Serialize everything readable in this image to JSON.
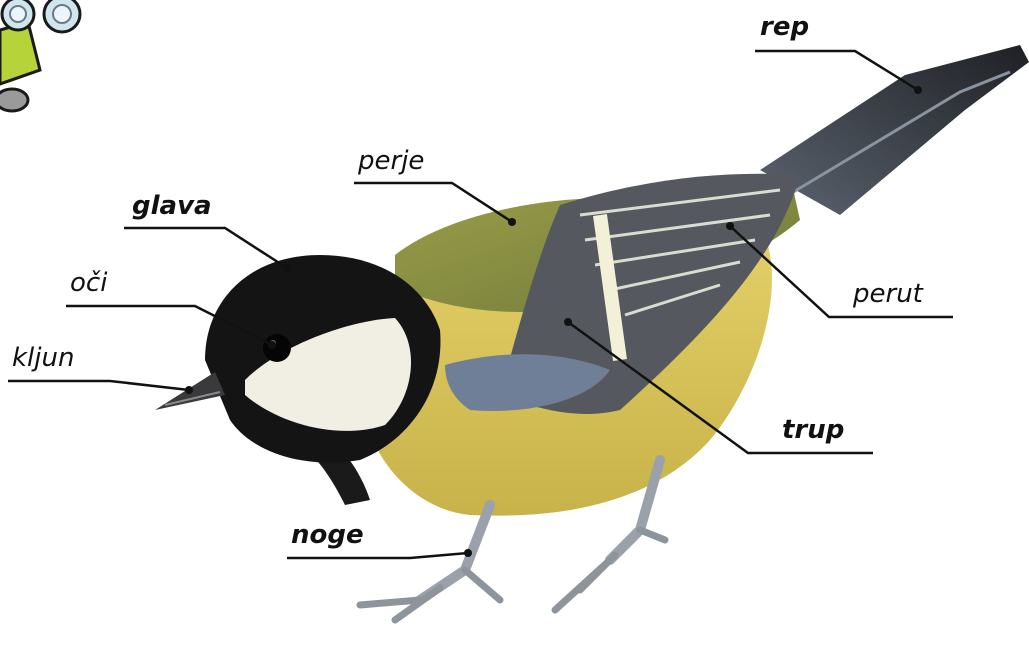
{
  "labels": {
    "rep": "rep",
    "perje": "perje",
    "glava": "glava",
    "oci": "oči",
    "perut": "perut",
    "kljun": "kljun",
    "trup": "trup",
    "noge": "noge"
  },
  "colors": {
    "leader_line": "#111111",
    "head_black": "#141414",
    "cheek_white": "#f1efe4",
    "back_olive": "#8e9340",
    "belly_yellow": "#dcc95a",
    "wing_grey": "#5d6068",
    "wing_blue": "#6e7f97",
    "legs_grey": "#9aa1aa"
  },
  "icons": {
    "mascot": "binoculars-mascot-icon",
    "bird": "great-tit-bird-icon"
  }
}
